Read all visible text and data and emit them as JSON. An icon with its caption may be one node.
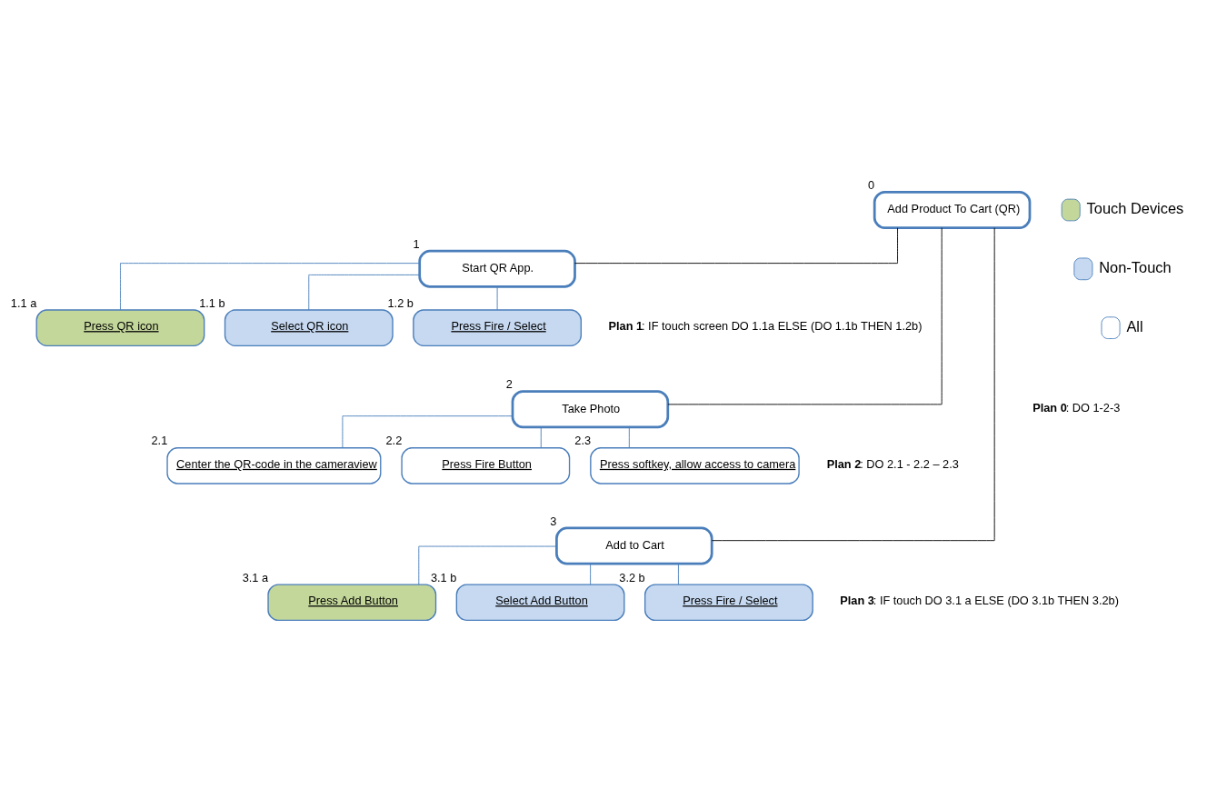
{
  "diagram": {
    "nodes": [
      {
        "text": [
          "Add Product To Cart (QR)"
        ],
        "beside": [
          "0"
        ]
      },
      {
        "text": [
          "Start QR App."
        ],
        "beside": [
          "1"
        ]
      },
      {
        "text": [
          "Press QR icon"
        ],
        "beside": [
          "1.1 a"
        ]
      },
      {
        "text": [
          "Select QR icon"
        ],
        "beside": [
          "1.1 b"
        ]
      },
      {
        "text": [
          "Press Fire / Select"
        ],
        "beside": [
          "1.2 b"
        ]
      },
      {
        "text": [
          "Take Photo"
        ],
        "beside": [
          "2"
        ]
      },
      {
        "text": [
          "Center the QR-code in the cameraview"
        ],
        "beside": [
          "2.1"
        ]
      },
      {
        "text": [
          "Press Fire Button"
        ],
        "beside": [
          "2.2"
        ]
      },
      {
        "text": [
          "Press softkey, allow access to camera"
        ],
        "beside": [
          "2.3"
        ]
      },
      {
        "text": [
          "Add to Cart"
        ],
        "beside": [
          "3"
        ]
      },
      {
        "text": [
          "Press Add Button"
        ],
        "beside": [
          "3.1 a"
        ]
      },
      {
        "text": [
          "Select Add Button"
        ],
        "beside": [
          "3.1 b"
        ]
      },
      {
        "text": [
          "Press Fire / Select"
        ],
        "beside": [
          "3.2 b"
        ]
      }
    ],
    "edges": [
      {
        "from": 0,
        "to": 1,
        "arrow": "none",
        "color": "#000000"
      },
      {
        "from": 0,
        "to": 5,
        "arrow": "none",
        "color": "#000000"
      },
      {
        "from": 0,
        "to": 9,
        "arrow": "none",
        "color": "#000000"
      },
      {
        "from": 1,
        "to": 2,
        "arrow": "none"
      },
      {
        "from": 1,
        "to": 3,
        "arrow": "none"
      },
      {
        "from": 1,
        "to": 4,
        "arrow": "none"
      },
      {
        "from": 5,
        "to": 6,
        "arrow": "none"
      },
      {
        "from": 5,
        "to": 7,
        "arrow": "none"
      },
      {
        "from": 5,
        "to": 8,
        "arrow": "none"
      },
      {
        "from": 9,
        "to": 10,
        "arrow": "none"
      },
      {
        "from": 9,
        "to": 11,
        "arrow": "none"
      },
      {
        "from": 9,
        "to": 12,
        "arrow": "none"
      }
    ],
    "labels": [
      "**Plan 0**: DO 1-2-3",
      "**Plan 1**: IF touch screen DO 1.1a ELSE (DO 1.1b THEN 1.2b)",
      "**Plan 2**: DO 2.1 - 2.2 – 2.3",
      "**Plan 3**: IF touch DO 3.1 a ELSE (DO 3.1b THEN 3.2b)"
    ],
    "legend": [
      {
        "text": "Touch Devices",
        "color": "#c4d79b"
      },
      {
        "text": "Non-Touch",
        "color": "#c6d9f1"
      },
      {
        "text": "All",
        "color": "#ffffff"
      }
    ]
  }
}
